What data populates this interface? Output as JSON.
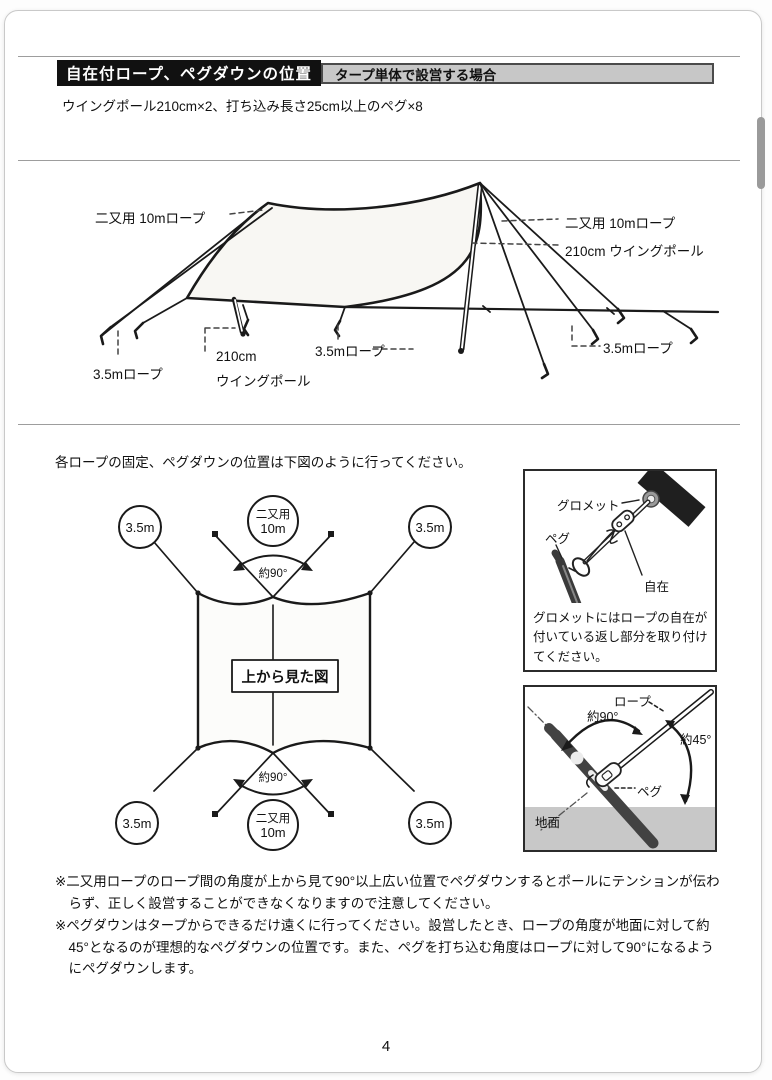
{
  "header": {
    "title": "自在付ロープ、ペグダウンの位置",
    "tag": "タープ単体で設営する場合",
    "requirements": "ウイングポール210cm×2、打ち込み長さ25cm以上のペグ×8"
  },
  "tarp_labels": {
    "left_rope": "二又用 10mロープ",
    "right_rope": "二又用 10mロープ",
    "right_pole": "210cm ウイングポール",
    "bottom_left_rope": "3.5mロープ",
    "bottom_pole_l1": "210cm",
    "bottom_pole_l2": "ウイングポール",
    "center_rope": "3.5mロープ",
    "right_rope_short": "3.5mロープ"
  },
  "instruction": "各ロープの固定、ペグダウンの位置は下図のように行ってください。",
  "top_view": {
    "box_label": "上から見た図",
    "rope_35": "3.5m",
    "rope_10_l1": "二又用",
    "rope_10_l2": "10m",
    "angle": "約90°"
  },
  "grommet_panel": {
    "grommet": "グロメット",
    "peg": "ペグ",
    "adjuster": "自在",
    "caption": "グロメットにはロープの自在が付いている返し部分を取り付けてください。"
  },
  "peg_panel": {
    "rope": "ロープ",
    "angle_90": "約90°",
    "angle_45": "約45°",
    "peg": "ペグ",
    "ground": "地面"
  },
  "notes": [
    "※二又用ロープのロープ間の角度が上から見て90°以上広い位置でペグダウンするとポールにテンションが伝わらず、正しく設営することができなくなりますので注意してください。",
    "※ペグダウンはタープからできるだけ遠くに行ってください。設営したとき、ロープの角度が地面に対して約45°となるのが理想的なペグダウンの位置です。また、ペグを打ち込む角度はロープに対して90°になるようにペグダウンします。"
  ],
  "page": {
    "number": "4"
  },
  "colors": {
    "title_bar": "#111111",
    "tag_fill": "#c7c7c7",
    "ground": "#c8c8c8",
    "line": "#1a1a1a"
  }
}
